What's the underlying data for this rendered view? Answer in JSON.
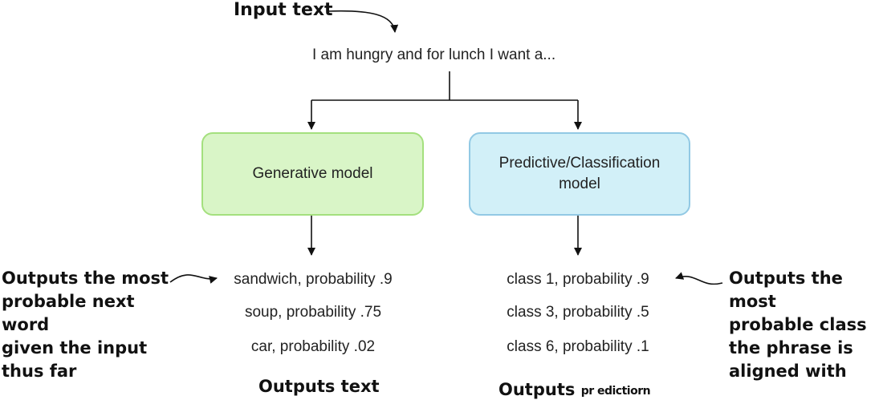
{
  "input": {
    "label": "Input text",
    "sentence": "I am hungry and for lunch I want a..."
  },
  "models": {
    "generative": {
      "label": "Generative model"
    },
    "predictive": {
      "label_line1": "Predictive/Classification",
      "label_line2": "model"
    }
  },
  "generative_outputs": [
    "sandwich, probability .9",
    "soup, probability .75",
    "car, probability .02"
  ],
  "predictive_outputs": [
    "class 1, probability .9",
    "class 3, probability .5",
    "class 6, probability .1"
  ],
  "annotations": {
    "left": [
      "Outputs the most",
      "probable next word",
      "given the input",
      "thus far"
    ],
    "right": [
      "Outputs the most",
      "probable class",
      "the phrase is",
      "aligned with"
    ]
  },
  "footers": {
    "generative": "Outputs text",
    "predictive_prefix": "Outputs",
    "predictive_suffix": "pr edictiorn"
  },
  "colors": {
    "generative_fill": "#d9f5c7",
    "generative_border": "#a4e07e",
    "predictive_fill": "#d2f0f8",
    "predictive_border": "#92c9e4"
  }
}
